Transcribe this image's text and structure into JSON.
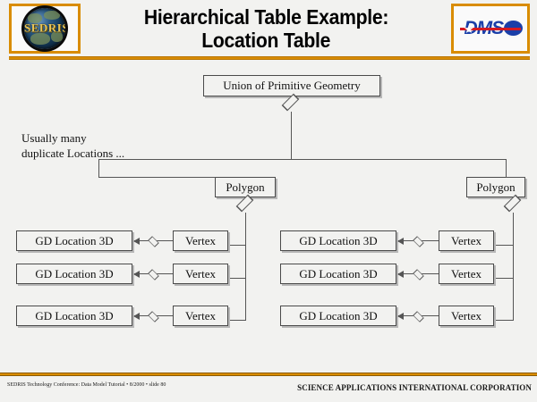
{
  "header": {
    "title_line1": "Hierarchical Table Example:",
    "title_line2": "Location Table",
    "left_logo_name": "SEDRIS",
    "right_logo_name": "DMSO"
  },
  "diagram": {
    "note": "Usually many\nduplicate Locations ...",
    "root": {
      "label": "Union of Primitive Geometry"
    },
    "polygons": [
      {
        "label": "Polygon"
      },
      {
        "label": "Polygon"
      }
    ],
    "left_group": {
      "rows": [
        {
          "location": "GD Location 3D",
          "vertex": "Vertex"
        },
        {
          "location": "GD Location 3D",
          "vertex": "Vertex"
        },
        {
          "location": "GD Location 3D",
          "vertex": "Vertex"
        }
      ]
    },
    "right_group": {
      "rows": [
        {
          "location": "GD Location 3D",
          "vertex": "Vertex"
        },
        {
          "location": "GD Location 3D",
          "vertex": "Vertex"
        },
        {
          "location": "GD Location 3D",
          "vertex": "Vertex"
        }
      ]
    }
  },
  "footer": {
    "left": "SEDRIS Technology Conference: Data Model Tutorial • 8/2000 • slide 80",
    "right": "SCIENCE APPLICATIONS INTERNATIONAL CORPORATION"
  },
  "colors": {
    "accent_orange": "#d98c00",
    "background": "#f2f2f0",
    "box_border": "#4a4a4a",
    "dmso_blue": "#1a3ea8",
    "dmso_red": "#d41a22"
  }
}
